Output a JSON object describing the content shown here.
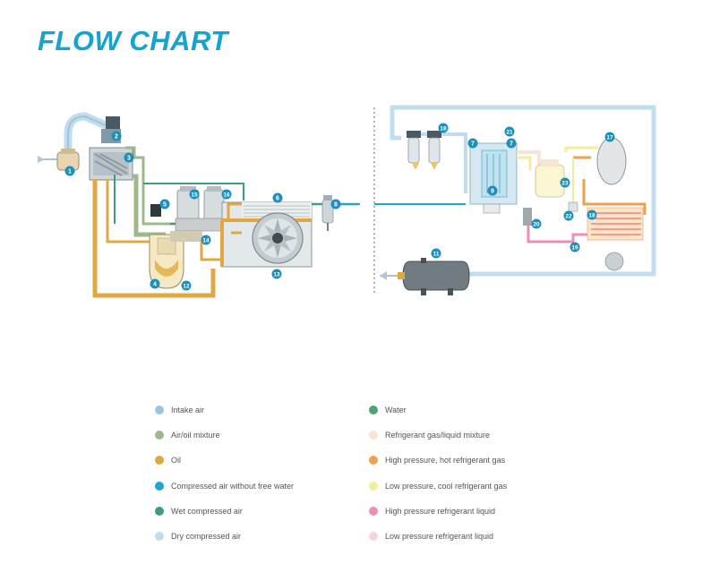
{
  "title": "FLOW CHART",
  "colors": {
    "intake_air": "#9cc6df",
    "air_oil": "#9fb98b",
    "oil": "#e0a843",
    "compressed_air": "#1ba6d4",
    "wet_air": "#3f9a86",
    "dry_air": "#c1dcec",
    "water": "#4fa271",
    "refrig_mix": "#f6e4d5",
    "hot_gas": "#f0a150",
    "cool_gas": "#f3ee9c",
    "hp_liquid": "#ea8fb6",
    "lp_liquid": "#f5d3e2",
    "badge": "#1d8fb8"
  },
  "badges": {
    "b1": "1",
    "b2": "2",
    "b3": "3",
    "b4": "4",
    "b5": "5",
    "b6": "6",
    "b7a": "7",
    "b7b": "7",
    "b8": "8",
    "b9": "9",
    "b11": "11",
    "b12": "12",
    "b13": "13",
    "b14": "14",
    "b15": "15",
    "b16": "16",
    "b17": "17",
    "b18": "18",
    "b19": "19",
    "b20": "20",
    "b21": "21",
    "b22": "22",
    "b23": "23"
  },
  "legend": {
    "left": [
      {
        "label": "Intake air",
        "color": "#9cc6df"
      },
      {
        "label": "Air/oil mixture",
        "color": "#9fb98b"
      },
      {
        "label": "Oil",
        "color": "#e0a843"
      },
      {
        "label": "Compressed air without free water",
        "color": "#1ba6d4"
      },
      {
        "label": "Wet compressed air",
        "color": "#3f9a86"
      },
      {
        "label": "Dry compressed air",
        "color": "#c1dcec"
      }
    ],
    "right": [
      {
        "label": "Water",
        "color": "#4fa271"
      },
      {
        "label": "Refrigerant gas/liquid mixture",
        "color": "#f6e4d5"
      },
      {
        "label": "High pressure, hot refrigerant gas",
        "color": "#f0a150"
      },
      {
        "label": "Low pressure, cool refrigerant gas",
        "color": "#f3ee9c"
      },
      {
        "label": "High pressure refrigerant liquid",
        "color": "#ea8fb6"
      },
      {
        "label": "Low pressure refrigerant liquid",
        "color": "#f5d3e2"
      }
    ]
  }
}
